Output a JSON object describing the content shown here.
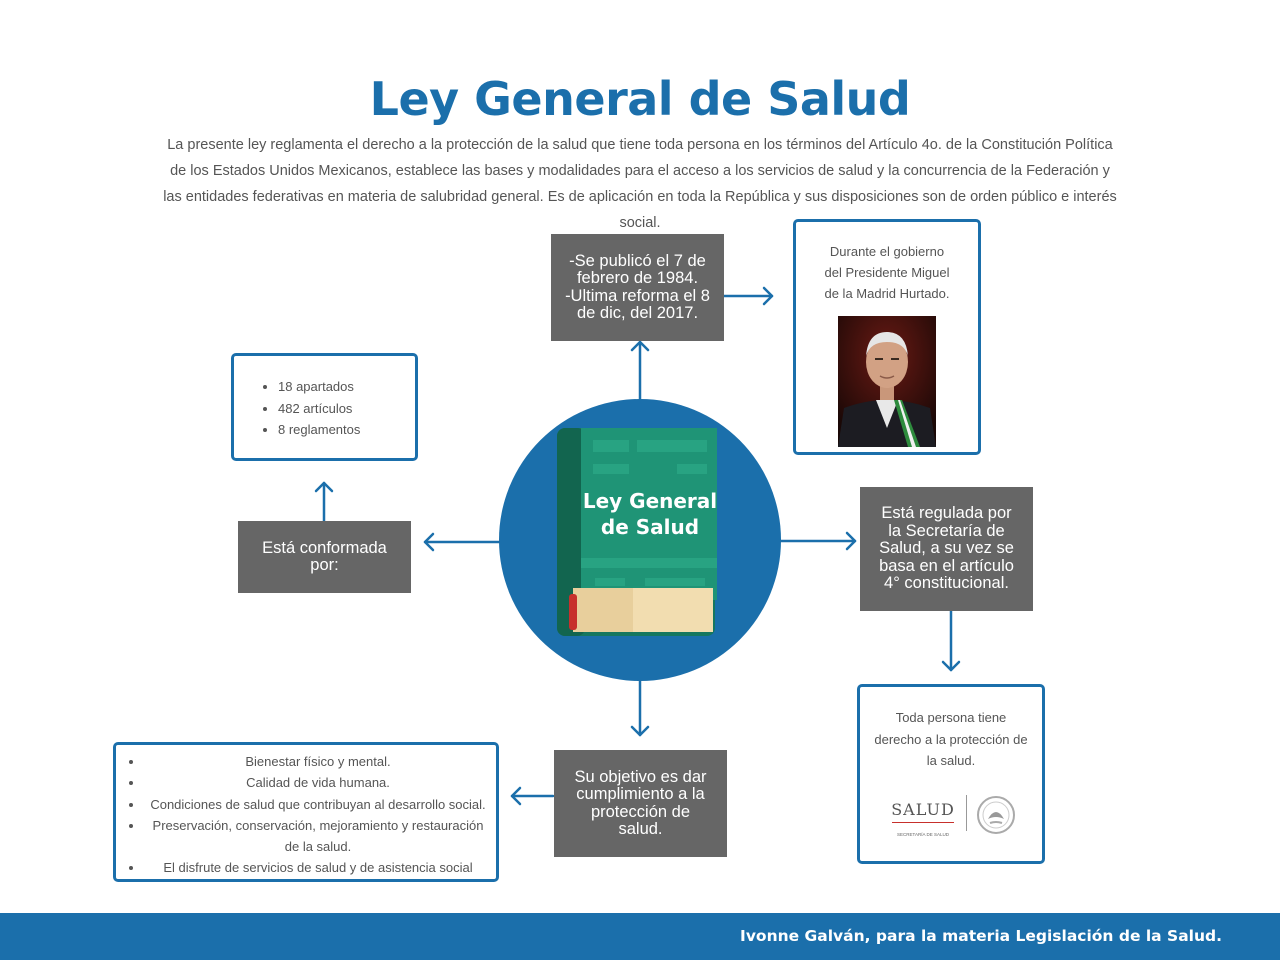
{
  "title": "Ley General de Salud",
  "intro": "La presente ley reglamenta el derecho a la protección de la salud que tiene toda persona en los términos del Artículo 4o. de la Constitución Política de los Estados Unidos Mexicanos, establece las bases y modalidades para el acceso a los servicios de salud y la concurrencia de la Federación y las entidades federativas en materia de salubridad general. Es de aplicación en toda la República y sus disposiciones son de orden público e interés social.",
  "center": {
    "book_title_line1": "Ley General",
    "book_title_line2": "de Salud"
  },
  "published": {
    "line1": "-Se publicó el 7 de",
    "line2": "febrero de 1984.",
    "line3": "-Ultima reforma el 8",
    "line4": "de dic, del 2017."
  },
  "president": {
    "line1": "Durante el gobierno",
    "line2": "del Presidente Miguel",
    "line3": "de la Madrid Hurtado."
  },
  "conformada": {
    "label": "Está conformada por:",
    "items": [
      "18 apartados",
      "482 artículos",
      "8 reglamentos"
    ]
  },
  "regulada": {
    "label": "Está regulada por la Secretaría de Salud, a su vez se basa en el artículo 4° constitucional."
  },
  "derecho": {
    "text": "Toda persona tiene derecho a la protección de la salud.",
    "logo_text": "SALUD",
    "logo_subtext": "SECRETARÍA DE SALUD"
  },
  "objetivo": {
    "label": "Su objetivo es dar cumplimiento a la protección de salud.",
    "items": [
      "Bienestar físico y mental.",
      "Calidad de vida humana.",
      "Condiciones de salud que contribuyan al desarrollo social.",
      "Preservación, conservación, mejoramiento y restauración de la salud.",
      "El disfrute de servicios de salud y de asistencia social"
    ]
  },
  "footer": "Ivonne Galván, para la materia Legislación de la Salud.",
  "colors": {
    "primary_blue": "#1b6fab",
    "gray_box": "#666666",
    "book_green": "#1a8a6e"
  }
}
